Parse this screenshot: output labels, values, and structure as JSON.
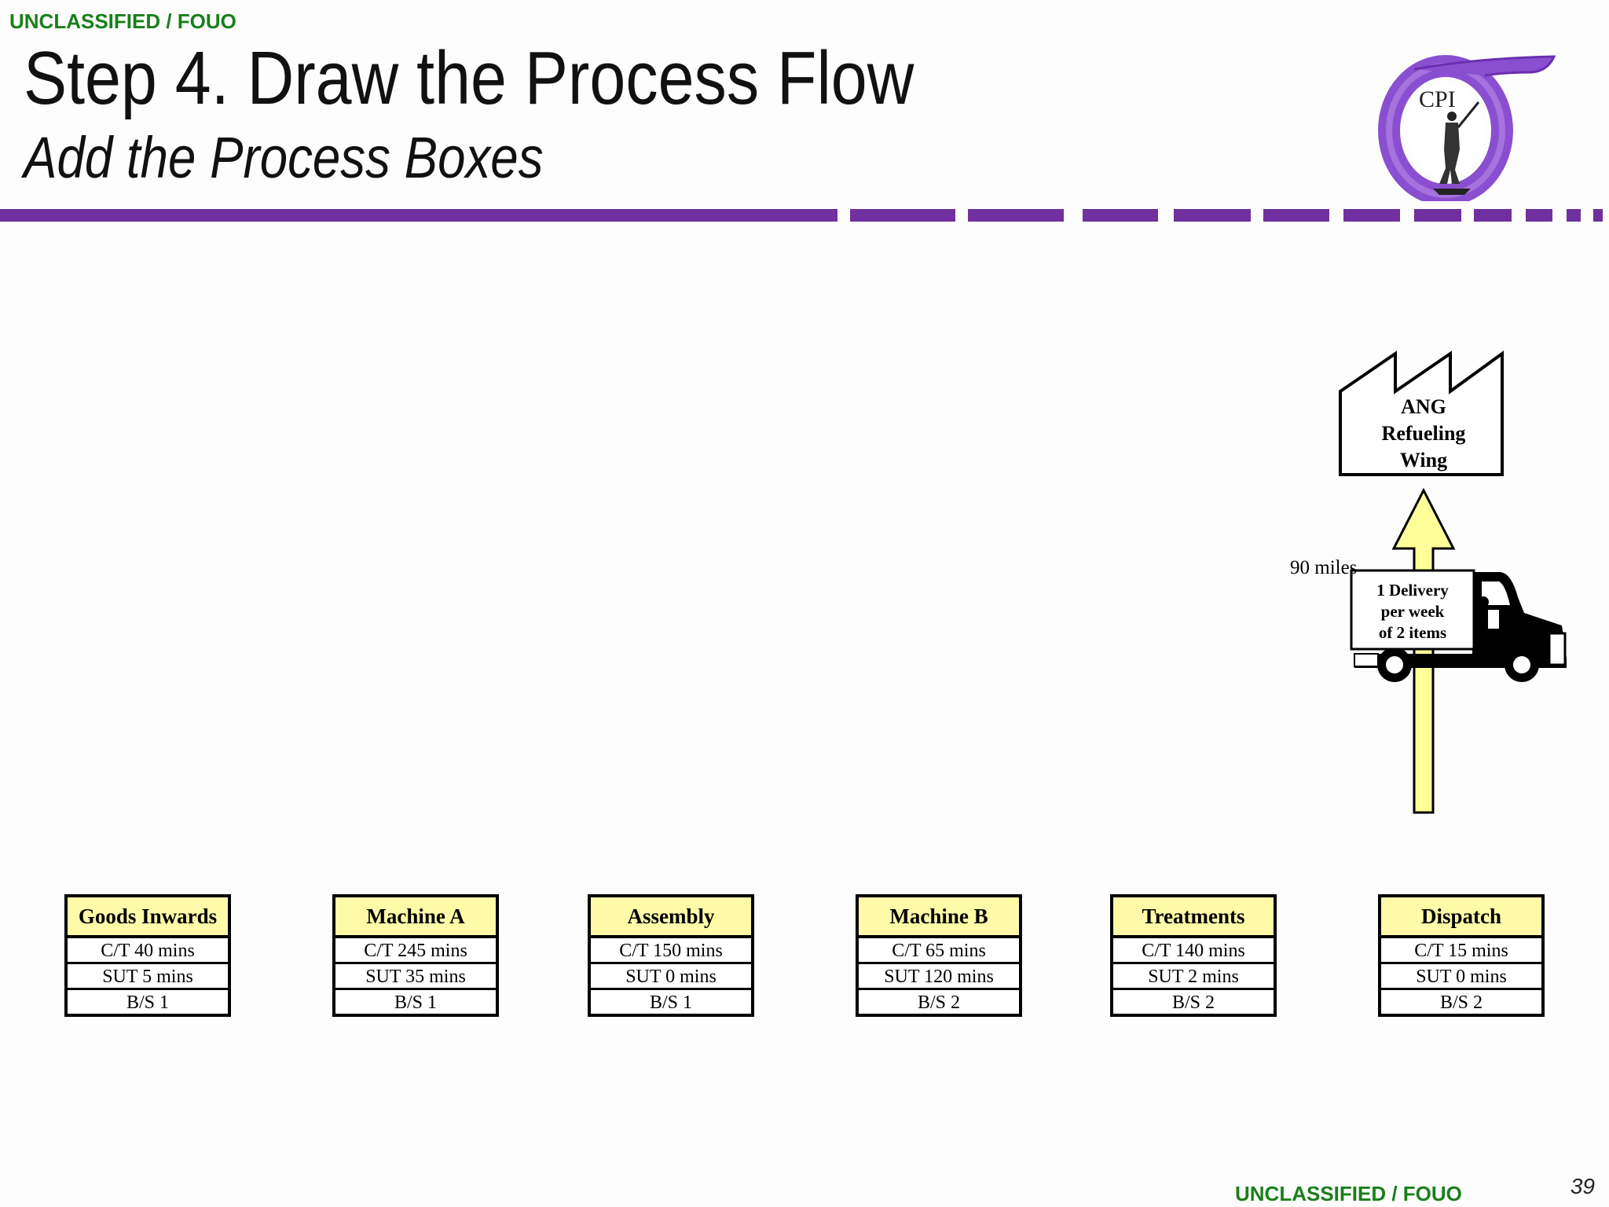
{
  "classification_top": "UNCLASSIFIED / FOUO",
  "classification_bottom": "UNCLASSIFIED / FOUO",
  "page_number": "39",
  "title": "Step 4. Draw the Process Flow",
  "subtitle": "Add the Process Boxes",
  "logo": {
    "letters": "CPI",
    "name": "cpi-minuteman-logo"
  },
  "colors": {
    "accent_purple": "#7030a0",
    "box_header": "#fffaa8",
    "arrow_fill": "#ffff99",
    "classification_green": "#1a7f1a"
  },
  "customer": {
    "line1": "ANG",
    "line2": "Refueling",
    "line3": "Wing"
  },
  "shipment": {
    "distance": "90 miles",
    "line1": "1 Delivery",
    "line2": "per week",
    "line3": "of 2 items"
  },
  "process_boxes": [
    {
      "name": "Goods Inwards",
      "ct": "C/T 40 mins",
      "sut": "SUT 5 mins",
      "bs": "B/S 1"
    },
    {
      "name": "Machine A",
      "ct": "C/T 245 mins",
      "sut": "SUT 35 mins",
      "bs": "B/S 1"
    },
    {
      "name": "Assembly",
      "ct": "C/T 150 mins",
      "sut": "SUT 0 mins",
      "bs": "B/S 1"
    },
    {
      "name": "Machine B",
      "ct": "C/T 65 mins",
      "sut": "SUT 120 mins",
      "bs": "B/S 2"
    },
    {
      "name": "Treatments",
      "ct": "C/T 140 mins",
      "sut": "SUT 2 mins",
      "bs": "B/S 2"
    },
    {
      "name": "Dispatch",
      "ct": "C/T 15 mins",
      "sut": "SUT 0 mins",
      "bs": "B/S 2"
    }
  ]
}
